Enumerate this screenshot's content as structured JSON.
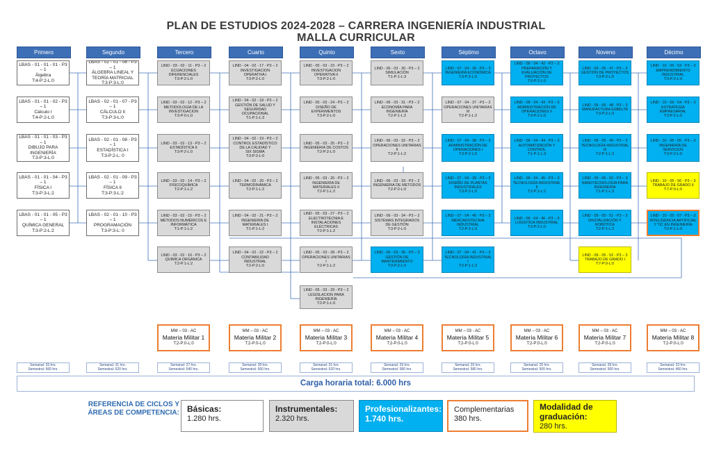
{
  "title": "PLAN DE ESTUDIOS 2024-2028 – CARRERA INGENIERÍA INDUSTRIAL",
  "subtitle": "MALLA CURRICULAR",
  "semesters": [
    "Primero",
    "Segundo",
    "Tercero",
    "Cuarto",
    "Quinto",
    "Sexto",
    "Séptimo",
    "Octavo",
    "Noveno",
    "Décimo"
  ],
  "courses": [
    [
      "LBAS - 01 - 01 - 01 - P3\n– 1\nÁlgebra\nT:4-P:2-L:0",
      "LBAS - 01 - 01 - 02 - P3\n– 1\nCálculo I\nT:4-P:2-L:0",
      "LBAS - 01 - 01 - 03 - P3 – 1\nDIBUJO PARA\nINGENIERÍA\nT:3-P:3-L:0",
      "LBAS - 01 - 01 - 04 - P3\n– 1\nFÍSICA  I\nT:3-P:3-L:2",
      "LBAS - 01 - 01 - 05 - P3\n– 1\nQUÍMICA GENERAL\nT:3-P:2-L:2"
    ],
    [
      "LBAS - 02 - 01 - 06 - P3 – 1\nÁLGEBRA LINEAL Y\nTEORÍA MATRICIAL\nT:3-P:3-L:0",
      "LBAS - 02 - 01 - 07 - P3\n– 1\nCÁLCULO II\nT:3-P:3-L:0",
      "LBAS - 02 - 01 - 08 - P3\n– 1\nESTADÍSTICA I\nT:3-P:2-L: 0",
      "LBAS - 02 - 01 - 09 - P3\n– 1\nFÍSICA II\nT:3-P:3-L:2",
      "LBAS - 02 - 01 - 10 - P3\n– 1\nPROGRAMACIÓN\nT:3-P:3-L: 0"
    ],
    [
      "LIND - 03 - 02 - 11 - P3 – 2\nECUACIONES\nDIFERENCIALES\nT:3-P:2-L:0",
      "LIND - 03 - 02 - 12 - P3 – 2\nMETODOLOGÍA DE LA\nINVESTIGACION\nT:3-P:0-L:0",
      "LIND - 03 - 02 - 13 - P3 – 2\nESTADÍSTICA II\nT:3-P:2-L:0",
      "LIND - 03 - 02 - 14 - P3 – 2\nFISICOQUÍMICA\nT:2-P:1-L:2",
      "LIND - 03 - 02 - 15 - P3 – 2\nMÉTODOS NUMÉRICOS E\nINFORMÁTICA\nT:1-P:1-L:2",
      "LIND - 03 - 02 - 16 - P3 – 2\nQUÍMICA ORGÁNICA\nT:2-P:1-L:2"
    ],
    [
      "LIND - 04 - 02 - 17 - P3 – 2\nINVESTIGACION\nOPERATIVA I\nT:3-P:2-L:0",
      "LIND - 04 - 02 - 18 - P3 – 2\nGESTIÓN DE SALUD Y\nSEGURIDAD\nOCUPACIONAL\nT:1-P:1-L:3",
      "LIND - 04 - 02 - 19 - P3 – 2\nCONTROL ESTADÍSTICO\nDE LA CALIDAD Y\nSIX SIGMA\nT:3-P:2-L:0",
      "LIND - 04 - 02 - 20 - P3 – 2\nTERMODINÁMICA\nT:2-P:1-L:2",
      "LIND - 04 - 02 - 21 - P3 – 2\nINGENIERÍA DE\nMATERIALES I\nT:1-P:1-L:2",
      "LIND - 04 - 02 - 22 - P3 – 2\nCONTABILIDAD\nINDUSTRIAL\nT:2-P:2-L:0"
    ],
    [
      "LIND - 05 - 03 - 23 - P3 – 2\nINVESTIGACION\nOPERATIVA II\nT:3-P:2-L:0",
      "LIND - 05 - 03 - 24 - P3 – 2\nDISEÑO DE\nEXPERIMENTOS\nT:3-P:2-L:0",
      "LIND - 05 - 03 - 25 - P3 – 2\nINGENIERIA DE COSTOS\nT:2-P:2-L:0",
      "LIND - 05 - 03 - 26 - P3 – 2\nINGENIERIA DE\nMATERIALES II\nT:2-P:1-L:2",
      "LIND - 05 - 03 - 27 - P3 – 2\nELECTROTECNIA E\nINSTALACIONES\nELÉCTRICAS\nT:2-P:1-L:2",
      "LIND - 05 - 03 - 28 - P3 – 2\nOPERACIONES UNITARIAS\nI\nT:2-P:1-L:2",
      "LIND - 05 - 03 - 29 - P3 – 2\nLEGISLACION PARA\nINGENIERÍA\nT:2-P:1-L:0"
    ],
    [
      "LIND - 06 - 03 - 30 - P3 – 2\nSIMULACIÓN\nT:1-P:1-L:3",
      "LIND - 06 - 03 - 31 - P3 – 2\nECONOMÍA PARA\nINGENIERÍA\nT:2-P:1-L:2",
      "LIND - 06 - 03 - 32 - P3 – 2\nOPERACIONES UNITARIAS\nII\nT:2-P:1-L:2",
      "LIND - 06 - 03 - 33 - P3 – 2\nINGENIERIA DE METODOS\nT:2-P:2-L:0",
      "LIND - 06 - 03 - 34 - P3 – 2\nSISTEMAS INTEGRADOS\nDE GESTIÓN\nT:3-P:2-L:0",
      "LIND - 06 - 03 - 35 - P3 – 3\nGESTIÓN DE\nMANTENIMIENTO\nT:3-P:2-L:0"
    ],
    [
      "LIND - 07 - 04 - 36 - P3 – 3\nINGENIERÍA ECONÓMICA\nT:3-P:2-L:0",
      "LIND - 07 - 04 - 37 - P3 – 2\nOPERACIONES UNITARIAS\nIII\nT:2-P:1-L:2",
      "LIND - 07 - 04 - 38 - P3 – 3\nADMINISTRACIÓN DE\nOPERACIONES I\nT:3-P:2-L:0",
      "LIND - 07 - 04 - 39 - P3 – 3\nDISEÑO DE PLANTAS\nINDUSTRIALES\nT:3-P:2-L:0",
      "LIND - 07 - 04 - 40 - P3 – 3\nMERCADOTECNIA\nINDUSTRIAL\nT:2-P:2-L:0",
      "LIND - 07 - 04 - 41 - P3 – 3\nTECNOLOGÍA INDUSTRIAL\nI\nT:2-P:1-L:2"
    ],
    [
      "LIND - 08 - 04 - 42 - P3 – 3\nPREPARACIÓN Y\nEVALUACIÓN DE\nPROYECTOS\nT:3-P:2-L:0",
      "LIND - 08 - 04 - 43 - P3 – 3\nADMINISTRACIÓN DE\nOPERACIONES II\nT:3-P:2-L:0",
      "LIND - 08 - 04 - 44 - P3 – 3\nAUTOMATIZACIÓN Y\nCONTROL\nT:1-P:1-L:3",
      "LIND - 08 - 04 - 45 - P3 – 3\nTECNOLOGÍA INDUSTRIAL\nII\nT:2-P:1-L:2",
      "LIND - 08 - 04 - 46 - P3 – 3\nLOGÍSTICA INDUSTRIAL\nT:3-P:2-L:0"
    ],
    [
      "LIND - 09 - 05 - 47 - P3 – 3\nGESTIÓN DE PROYECTOS\nT:3-P:2-L:0",
      "LIND - 09 - 05 - 48 - P3 – 3\nMANUFACTURA ESBELTA\nT:3-P:2-L:0",
      "LIND - 09 - 05 - 49 - P3 – 3\nTECNOLOGÍA INDUSTRIAL\nIII\nT:2-P:1-L:2",
      "LIND - 09 - 05 - 50 - P3 – 3\nNANOTECNOLOGÍA PARA\nINGENIERÍA\nT:1-P:1-L:3",
      "LIND - 09 - 05 - 51 - P3 – 3\nDIGITALIZACIÓN Y\nROBÓTICA\nT:2-P:1-L:2",
      "LIND - 09 - 05 - 52 - P3 – 3\nTRABAJO DE GRADO I\nT:7-P:0-L:0"
    ],
    [
      "LIND - 10 - 05 - 53 - P3 – 3\nEMPRENDIMIENTO\nINDUSTRIAL\nT:3-P:2-L:0",
      "LIND - 10 - 05 - 54 - P3 – 3\nESTRATEGIA\nEMPRESARIAL\nT:3-P:2-L:0",
      "LIND - 10 - 05 - 55 - P3 – 3\nINGENIERÍA DE\nSERVICIOS\nT:3-P:2-L:0",
      "LIND - 10 - 05 - 56 - P3 – 3\nTRABAJO DE GRADO II\nT:7-P:0-L:0",
      "LIND - 10 - 05 - 57 - P3 – 3\nINTELIGENCIA ARTIFICIAL\nY TIC EN INGENIERÍA\nT:2-P:1-L:0"
    ]
  ],
  "military": [
    {
      "code": "MM – 03 - AC",
      "name": "Materia Militar 1",
      "hours": "T:2-P:0-L:0"
    },
    {
      "code": "MM – 03 - AC",
      "name": "Materia Militar 2",
      "hours": "T:2-P:0-L:0"
    },
    {
      "code": "MM – 03 - AC",
      "name": "Materia Militar 3",
      "hours": "T:2-P:0-L:0"
    },
    {
      "code": "MM – 03 - AC",
      "name": "Materia Militar 4",
      "hours": "T:2-P:0-L:0"
    },
    {
      "code": "MM – 03 - AC",
      "name": "Materia Militar 5",
      "hours": "T:2-P:0-L:0"
    },
    {
      "code": "MM – 03 - AC",
      "name": "Materia Militar 6",
      "hours": "T:2-P:0-L:0"
    },
    {
      "code": "MM – 03 - AC",
      "name": "Materia Militar 7",
      "hours": "T:2-P:0-L:0"
    },
    {
      "code": "MM – 03 - AC",
      "name": "Materia Militar 8",
      "hours": "T:2-P:0-L:0"
    }
  ],
  "hours": [
    {
      "weekly": "Semanal: 33 hrs.",
      "semester": "Semestral: 660 hrs."
    },
    {
      "weekly": "Semanal: 31 hrs.",
      "semester": "Semestral: 620 hrs."
    },
    {
      "weekly": "Semanal: 27 hrs.",
      "semester": "Semestral: 540 hrs."
    },
    {
      "weekly": "Semanal: 28 hrs.",
      "semester": "Semestral: 560 hrs."
    },
    {
      "weekly": "Semanal: 31 hrs.",
      "semester": "Semestral: 620 hrs."
    },
    {
      "weekly": "Semanal: 29 hrs.",
      "semester": "Semestral: 580 hrs."
    },
    {
      "weekly": "Semanal: 29 hrs.",
      "semester": "Semestral: 580 hrs."
    },
    {
      "weekly": "Semanal: 25 hrs.",
      "semester": "Semestral: 500 hrs."
    },
    {
      "weekly": "Semanal: 28 hrs.",
      "semester": "Semestral: 560 hrs."
    },
    {
      "weekly": "Semanal: 23 hrs.",
      "semester": "Semestral: 460 hrs."
    }
  ],
  "total": "Carga horaria total: 6.000 hrs",
  "legend": {
    "heading": "REFERENCIA DE CICLOS Y ÁREAS DE COMPETENCIA:",
    "basicas": {
      "label": "Básicas:",
      "value": "1.280 hrs."
    },
    "instrumentales": {
      "label": "Instrumentales:",
      "value": "2.320 hrs."
    },
    "profesionalizantes": {
      "label": "Profesionalizantes:",
      "value": "1.740 hrs."
    },
    "complementarias": {
      "label": "Complementarias",
      "value": "380 hrs."
    },
    "graduacion": {
      "label": "Modalidad de graduación:",
      "value": "280 hrs."
    }
  },
  "colors": {
    "header": "#3d6fb6",
    "basic": "#ffffff",
    "instrumental": "#d9d9d9",
    "professional": "#00b0f0",
    "graduation": "#ffff00",
    "complementary": "#ed7d31",
    "link": "#3d6fb6"
  }
}
